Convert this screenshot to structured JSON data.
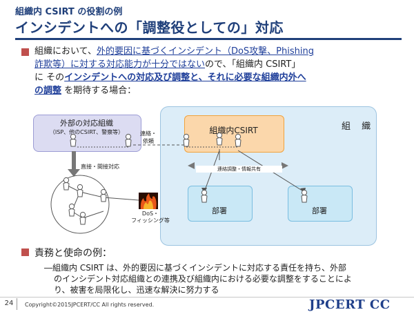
{
  "header": {
    "subtitle": "組織内 CSIRT の役割の例",
    "title": "インシデントへの「調整役としての」対応"
  },
  "intro": {
    "line1_a": "組織において、",
    "line1_link": "外的要因に基づくインシデント（DoS攻撃、Phishing",
    "line2_link": "詐欺等）に対する対応能力が十分ではない",
    "line2_b": "ので、「組織内 CSIRT」",
    "line3_a": "に その",
    "line3_bold": "インシデントへの対応及び調整と、それに必要な組織内外へ",
    "line4_bold": "の調整",
    "line4_b": " を期待する場合："
  },
  "diagram": {
    "organization_label": "組 織",
    "external_org": "外部の対応組織",
    "external_org_detail": "（ISP、他のCSIRT、警察等）",
    "csirt": "組織内CSIRT",
    "contact_label_1": "連絡・",
    "contact_label_2": "依頼",
    "coordination_label": "連絡調整・情報共有",
    "direct_label": "直接・間接対応",
    "dos_label_1": "DoS・",
    "dos_label_2": "フィッシング等",
    "department_left": "部署",
    "department_right": "部署"
  },
  "duties": {
    "heading": "責務と使命の例：",
    "line1": "―組織内 CSIRT は、外的要因に基づくインシデントに対応する責任を持ち、外部",
    "line2": "のインシデント対応組織との連携及び組織内における必要な調整をすることによ",
    "line3": "り、被害を局限化し、迅速な解決に努力する"
  },
  "footer": {
    "page_number": "24",
    "copyright": "Copyright©2015JPCERT/CC All rights reserved.",
    "logo": "JPCERT CC"
  },
  "colors": {
    "title_blue": "#1f3f7a",
    "bullet_red": "#c0504d",
    "org_region": "#dcedf8",
    "external_box": "#dcdcf2",
    "csirt_box": "#fbd7ab",
    "department_box": "#c9e8f6"
  },
  "icons": [
    "person-icon",
    "fire-icon",
    "square-bullet-icon"
  ]
}
